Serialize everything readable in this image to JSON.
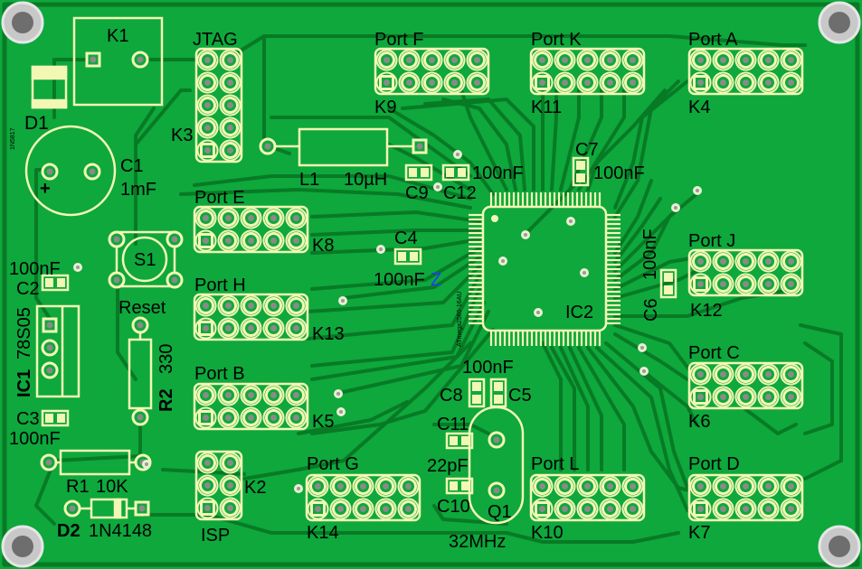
{
  "colors": {
    "board": "#0ea83c",
    "trace": "#087a25",
    "silk": "#f3f7b4",
    "pad_ring": "#f3f7b4",
    "hole": "#8a8a8a",
    "mark_z": "#1f3bff"
  },
  "labels": {
    "k1": "K1",
    "d1": "D1",
    "jtag": "JTAG",
    "k3": "K3",
    "port_f": "Port F",
    "k9": "K9",
    "port_k": "Port K",
    "k11": "K11",
    "port_a": "Port A",
    "k4": "K4",
    "c1": "C1",
    "c1_val": "1mF",
    "l1": "L1",
    "l1_val": "10µH",
    "c9": "C9",
    "c12": "C12",
    "c12_val": "100nF",
    "c7": "C7",
    "c7_val": "100nF",
    "port_e": "Port E",
    "k8": "K8",
    "s1": "S1",
    "c4": "C4",
    "c4_val": "100nF",
    "z": "Z",
    "ic2": "IC2",
    "c6": "C6",
    "c6_val": "100nF",
    "port_j": "Port J",
    "k12": "K12",
    "c2_val": "100nF",
    "c2": "C2",
    "reset": "Reset",
    "port_h": "Port H",
    "k13": "K13",
    "ic1": "IC1",
    "ic1_val": "78S05",
    "r2": "R2",
    "r2_val": "330",
    "port_c": "Port C",
    "k6": "K6",
    "port_b": "Port B",
    "k5": "K5",
    "c8": "C8",
    "c5": "C5",
    "c5_c8_val": "100nF",
    "c3": "C3",
    "c3_val": "100nF",
    "c11": "C11",
    "c11_val": "22pF",
    "r1": "R1",
    "r1_val": "10K",
    "k2": "K2",
    "port_g": "Port G",
    "port_l": "Port L",
    "port_d": "Port D",
    "c10": "C10",
    "q1": "Q1",
    "d2": "D2",
    "d2_val": "1N4148",
    "isp": "ISP",
    "k14": "K14",
    "q1_val": "32MHz",
    "k10": "K10",
    "k7": "K7",
    "ic2_part": "ATmega2560-16AU",
    "d1_part": "1N5817"
  }
}
